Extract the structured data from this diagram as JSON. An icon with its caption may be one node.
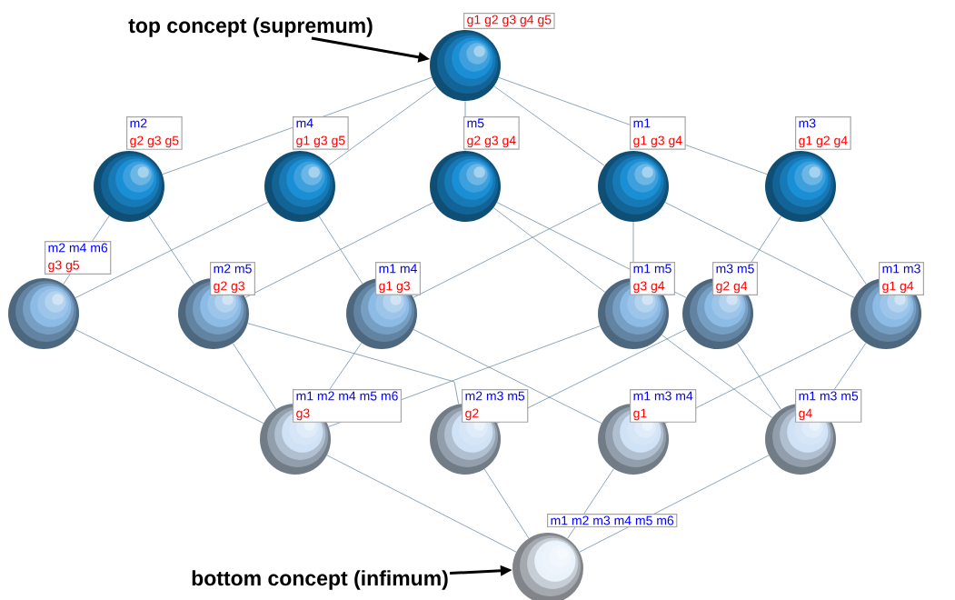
{
  "diagram": {
    "nodes": [
      {
        "text": [
          "top concept (supremum)"
        ]
      },
      {
        "text": [
          "g1 g2 g3 g4 g5"
        ]
      },
      {
        "text": [
          "m2",
          "g2 g3 g5"
        ]
      },
      {
        "text": [
          "m4",
          "g1 g3 g5"
        ]
      },
      {
        "text": [
          "m5",
          "g2 g3 g4"
        ]
      },
      {
        "text": [
          "m1",
          "g1 g3 g4"
        ]
      },
      {
        "text": [
          "m3",
          "g1 g2 g4"
        ]
      },
      {
        "text": [
          "m2 m4 m6",
          "g3 g5"
        ]
      },
      {
        "text": [
          "m2 m5",
          "g2 g3"
        ]
      },
      {
        "text": [
          "m1 m4",
          "g1 g3"
        ]
      },
      {
        "text": [
          "m1 m5",
          "g3 g4"
        ]
      },
      {
        "text": [
          "m3 m5",
          "g2 g4"
        ]
      },
      {
        "text": [
          "m1 m3",
          "g1 g4"
        ]
      },
      {
        "text": [
          "m1 m2 m4 m5 m6",
          "g3"
        ]
      },
      {
        "text": [
          "m2 m3 m5",
          "g2"
        ]
      },
      {
        "text": [
          "m1 m3 m4",
          "g1"
        ]
      },
      {
        "text": [
          "m1 m3 m5",
          "g4"
        ]
      },
      {
        "text": [
          "m1 m2 m3 m4 m5 m6"
        ]
      },
      {
        "text": [
          "bottom concept (infimum)"
        ]
      }
    ],
    "edges": [
      {
        "from": 0,
        "to": 1,
        "arrow": "to",
        "style": "thick",
        "color": "#000000"
      },
      {
        "from": 1,
        "to": 2,
        "arrow": "none"
      },
      {
        "from": 1,
        "to": 3,
        "arrow": "none"
      },
      {
        "from": 1,
        "to": 4,
        "arrow": "none"
      },
      {
        "from": 1,
        "to": 5,
        "arrow": "none"
      },
      {
        "from": 1,
        "to": 6,
        "arrow": "none"
      },
      {
        "from": 2,
        "to": 7,
        "arrow": "none"
      },
      {
        "from": 3,
        "to": 7,
        "arrow": "none"
      },
      {
        "from": 2,
        "to": 8,
        "arrow": "none"
      },
      {
        "from": 4,
        "to": 8,
        "arrow": "none"
      },
      {
        "from": 3,
        "to": 9,
        "arrow": "none"
      },
      {
        "from": 5,
        "to": 9,
        "arrow": "none"
      },
      {
        "from": 4,
        "to": 10,
        "arrow": "none"
      },
      {
        "from": 5,
        "to": 10,
        "arrow": "none"
      },
      {
        "from": 4,
        "to": 11,
        "arrow": "none"
      },
      {
        "from": 6,
        "to": 11,
        "arrow": "none"
      },
      {
        "from": 5,
        "to": 12,
        "arrow": "none"
      },
      {
        "from": 6,
        "to": 12,
        "arrow": "none"
      },
      {
        "from": 7,
        "to": 13,
        "arrow": "none"
      },
      {
        "from": 8,
        "to": 13,
        "arrow": "none"
      },
      {
        "from": 9,
        "to": 13,
        "arrow": "none"
      },
      {
        "from": 10,
        "to": 13,
        "arrow": "none"
      },
      {
        "from": 8,
        "to": 14,
        "arrow": "none"
      },
      {
        "from": 11,
        "to": 14,
        "arrow": "none"
      },
      {
        "from": 9,
        "to": 15,
        "arrow": "none"
      },
      {
        "from": 12,
        "to": 15,
        "arrow": "none"
      },
      {
        "from": 10,
        "to": 16,
        "arrow": "none"
      },
      {
        "from": 11,
        "to": 16,
        "arrow": "none"
      },
      {
        "from": 12,
        "to": 16,
        "arrow": "none"
      },
      {
        "from": 13,
        "to": 17,
        "arrow": "none"
      },
      {
        "from": 14,
        "to": 17,
        "arrow": "none"
      },
      {
        "from": 15,
        "to": 17,
        "arrow": "none"
      },
      {
        "from": 16,
        "to": 17,
        "arrow": "none"
      },
      {
        "from": 18,
        "to": 17,
        "arrow": "to",
        "style": "thick",
        "color": "#000000"
      }
    ]
  }
}
